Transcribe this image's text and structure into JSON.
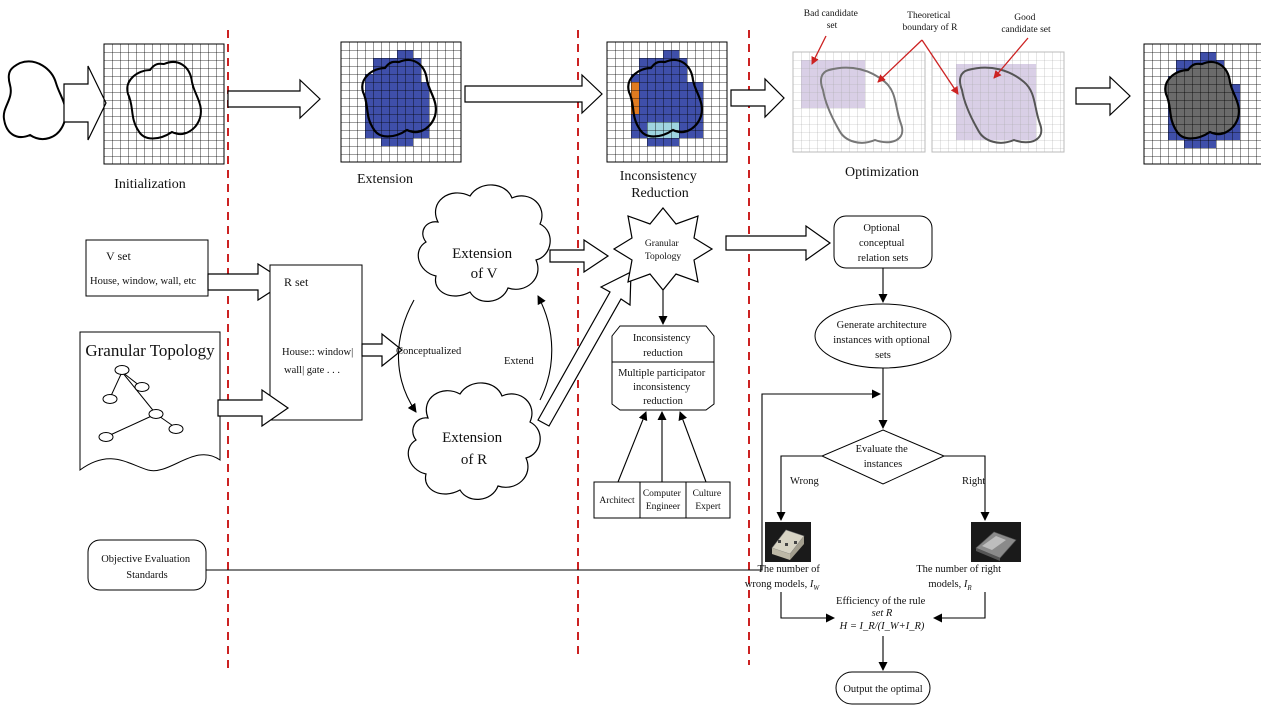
{
  "stages": {
    "initialization": "Initialization",
    "extension": "Extension",
    "inconsistency_line1": "Inconsistency",
    "inconsistency_line2": "Reduction",
    "optimization": "Optimization"
  },
  "annotations": {
    "bad_line1": "Bad candidate",
    "bad_line2": "set",
    "theoretical_line1": "Theoretical",
    "theoretical_line2": "boundary of R",
    "good_line1": "Good",
    "good_line2": "candidate set"
  },
  "v_set": {
    "title": "V set",
    "items": "House, window, wall, etc"
  },
  "r_set": {
    "title": "R set",
    "line1": "House:: window|",
    "line2": "wall| gate   . . ."
  },
  "granular_topology": {
    "title": "Granular Topology"
  },
  "clouds": {
    "ext_v_line1": "Extension",
    "ext_v_line2": "of V",
    "ext_r_line1": "Extension",
    "ext_r_line2": "of R"
  },
  "labels": {
    "conceptualized": "Conceptualized",
    "extend": "Extend"
  },
  "star": {
    "line1": "Granular",
    "line2": "Topology"
  },
  "inconsistency_box": {
    "top_line1": "Inconsistency",
    "top_line2": "reduction",
    "bottom_line1": "Multiple participator",
    "bottom_line2": "inconsistency",
    "bottom_line3": "reduction"
  },
  "participants": {
    "architect": "Architect",
    "computer_line1": "Computer",
    "computer_line2": "Engineer",
    "culture_line1": "Culture",
    "culture_line2": "Expert"
  },
  "flow": {
    "optional_line1": "Optional",
    "optional_line2": "conceptual",
    "optional_line3": "relation sets",
    "generate_line1": "Generate architecture",
    "generate_line2": "instances with optional",
    "generate_line3": "sets",
    "evaluate_line1": "Evaluate the",
    "evaluate_line2": "instances",
    "wrong": "Wrong",
    "right": "Right",
    "wrong_models_line1": "The number of",
    "wrong_models_line2": "wrong models,",
    "wrong_models_var": "I",
    "wrong_models_sub": "W",
    "right_models_line1": "The number of right",
    "right_models_line2": "models,",
    "right_models_var": "I",
    "right_models_sub": "R",
    "efficiency_line1": "Efficiency of the rule",
    "efficiency_line2": "set R",
    "formula": "H = I_R/(I_W+I_R)",
    "output": "Output the optimal"
  },
  "objective": {
    "line1": "Objective Evaluation",
    "line2": "Standards"
  },
  "colors": {
    "divider": "#cc2222",
    "fill_blue": "#3f4faa",
    "fill_orange": "#e07b20",
    "fill_cyan": "#9fd4df",
    "fill_gray": "#6b6b6b",
    "fill_lavender": "#d9cfe6"
  }
}
